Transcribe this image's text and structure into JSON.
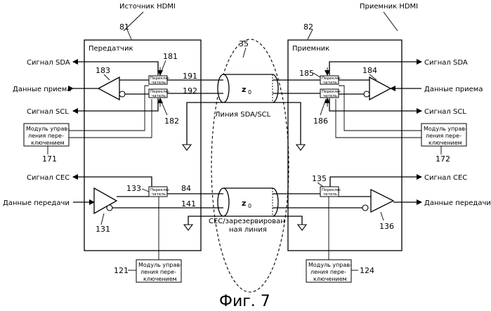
{
  "figure": {
    "caption": "Фиг. 7",
    "source": {
      "title": "Источник HDMI",
      "ref": "81",
      "block": "Передатчик"
    },
    "sink": {
      "title": "Приемник HDMI",
      "ref": "82",
      "block": "Приемник"
    },
    "cable": {
      "ref": "35",
      "upper_line": {
        "symbol": "z",
        "sub": "0",
        "label": "Линия SDA/SCL"
      },
      "lower_line": {
        "symbol": "z",
        "sub": "0",
        "label_1": "CEC/зарезервирован",
        "label_2": "ная линия"
      }
    },
    "switch_text": {
      "line1": "Переклю-",
      "line2": "чатель"
    },
    "left_signals": {
      "sda": "Сигнал SDA",
      "rx_data": "Данные приема",
      "scl": "Сигнал SCL",
      "cec": "Сигнал CEC",
      "tx_data": "Данные передачи"
    },
    "right_signals": {
      "sda": "Сигнал SDA",
      "rx_data": "Данные приема",
      "scl": "Сигнал SCL",
      "cec": "Сигнал CEC",
      "tx_data": "Данные передачи"
    },
    "control_module": {
      "line1": "Модуль управ-",
      "line2": "ления пере-",
      "line3": "ключением"
    },
    "control_module_left_top": {
      "line1": "Модуль управ-",
      "line2": "ления пере-",
      "line3": "ключением"
    },
    "refs": {
      "r181": "181",
      "r182": "182",
      "r183": "183",
      "r191": "191",
      "r192": "192",
      "r171": "171",
      "r133": "133",
      "r84": "84",
      "r141": "141",
      "r131": "131",
      "r121": "121",
      "r185": "185",
      "r186": "186",
      "r184": "184",
      "r172": "172",
      "r135": "135",
      "r136": "136",
      "r124": "124"
    }
  }
}
